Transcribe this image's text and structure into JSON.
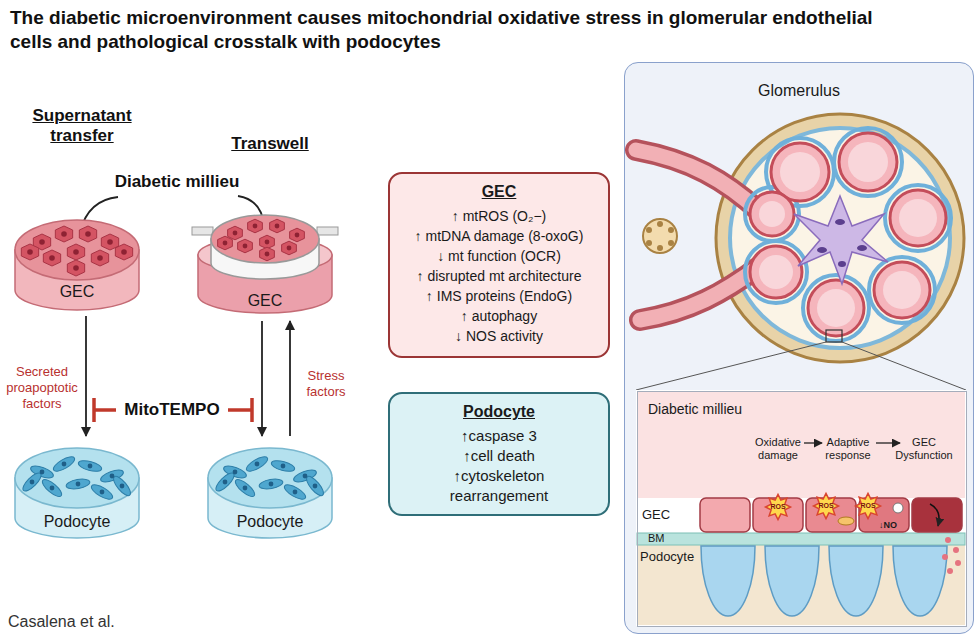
{
  "diagram": {
    "title": "The diabetic microenvironment causes mitochondrial oxidative stress in glomerular endothelial cells and pathological crosstalk with podocytes",
    "caption": "Casalena et al.",
    "nodes": [
      {
        "text": [
          "GEC"
        ]
      },
      {
        "text": [
          "Podocyte"
        ]
      },
      {
        "text": [
          "GEC"
        ]
      },
      {
        "text": [
          "Podocyte"
        ]
      },
      {
        "text": [
          "GEC",
          "↑ mtROS (O₂−)",
          "↑ mtDNA damage (8-oxoG)",
          "↓ mt function (OCR)",
          "↑ disrupted mt architecture",
          "↑ IMS proteins (EndoG)",
          "↑ autophagy",
          "↓ NOS activity"
        ]
      },
      {
        "text": [
          "Podocyte",
          "↑caspase 3",
          "↑cell death",
          "↑cytoskeleton rearrangement"
        ]
      },
      {
        "text": [
          "Glomerulus"
        ]
      },
      {
        "text": [
          "Diabetic millieu"
        ],
        "in": 6
      }
    ],
    "edges": [
      {
        "from": 0,
        "to": 1,
        "arrow": "to",
        "label": "Secreted proapoptotic factors"
      },
      {
        "from": 2,
        "to": 3,
        "arrow": "to"
      },
      {
        "from": 3,
        "to": 2,
        "arrow": "to",
        "label": "Stress factors"
      }
    ],
    "labels": [
      "Supernatant transfer",
      "Transwell",
      "Diabetic millieu",
      "MitoTEMPO",
      "Oxidative damage",
      "Adaptive response",
      "GEC Dysfunction",
      "ROS",
      "ROS",
      "ROS",
      "↓NO",
      "GEC",
      "BM",
      "Podocyte"
    ]
  }
}
